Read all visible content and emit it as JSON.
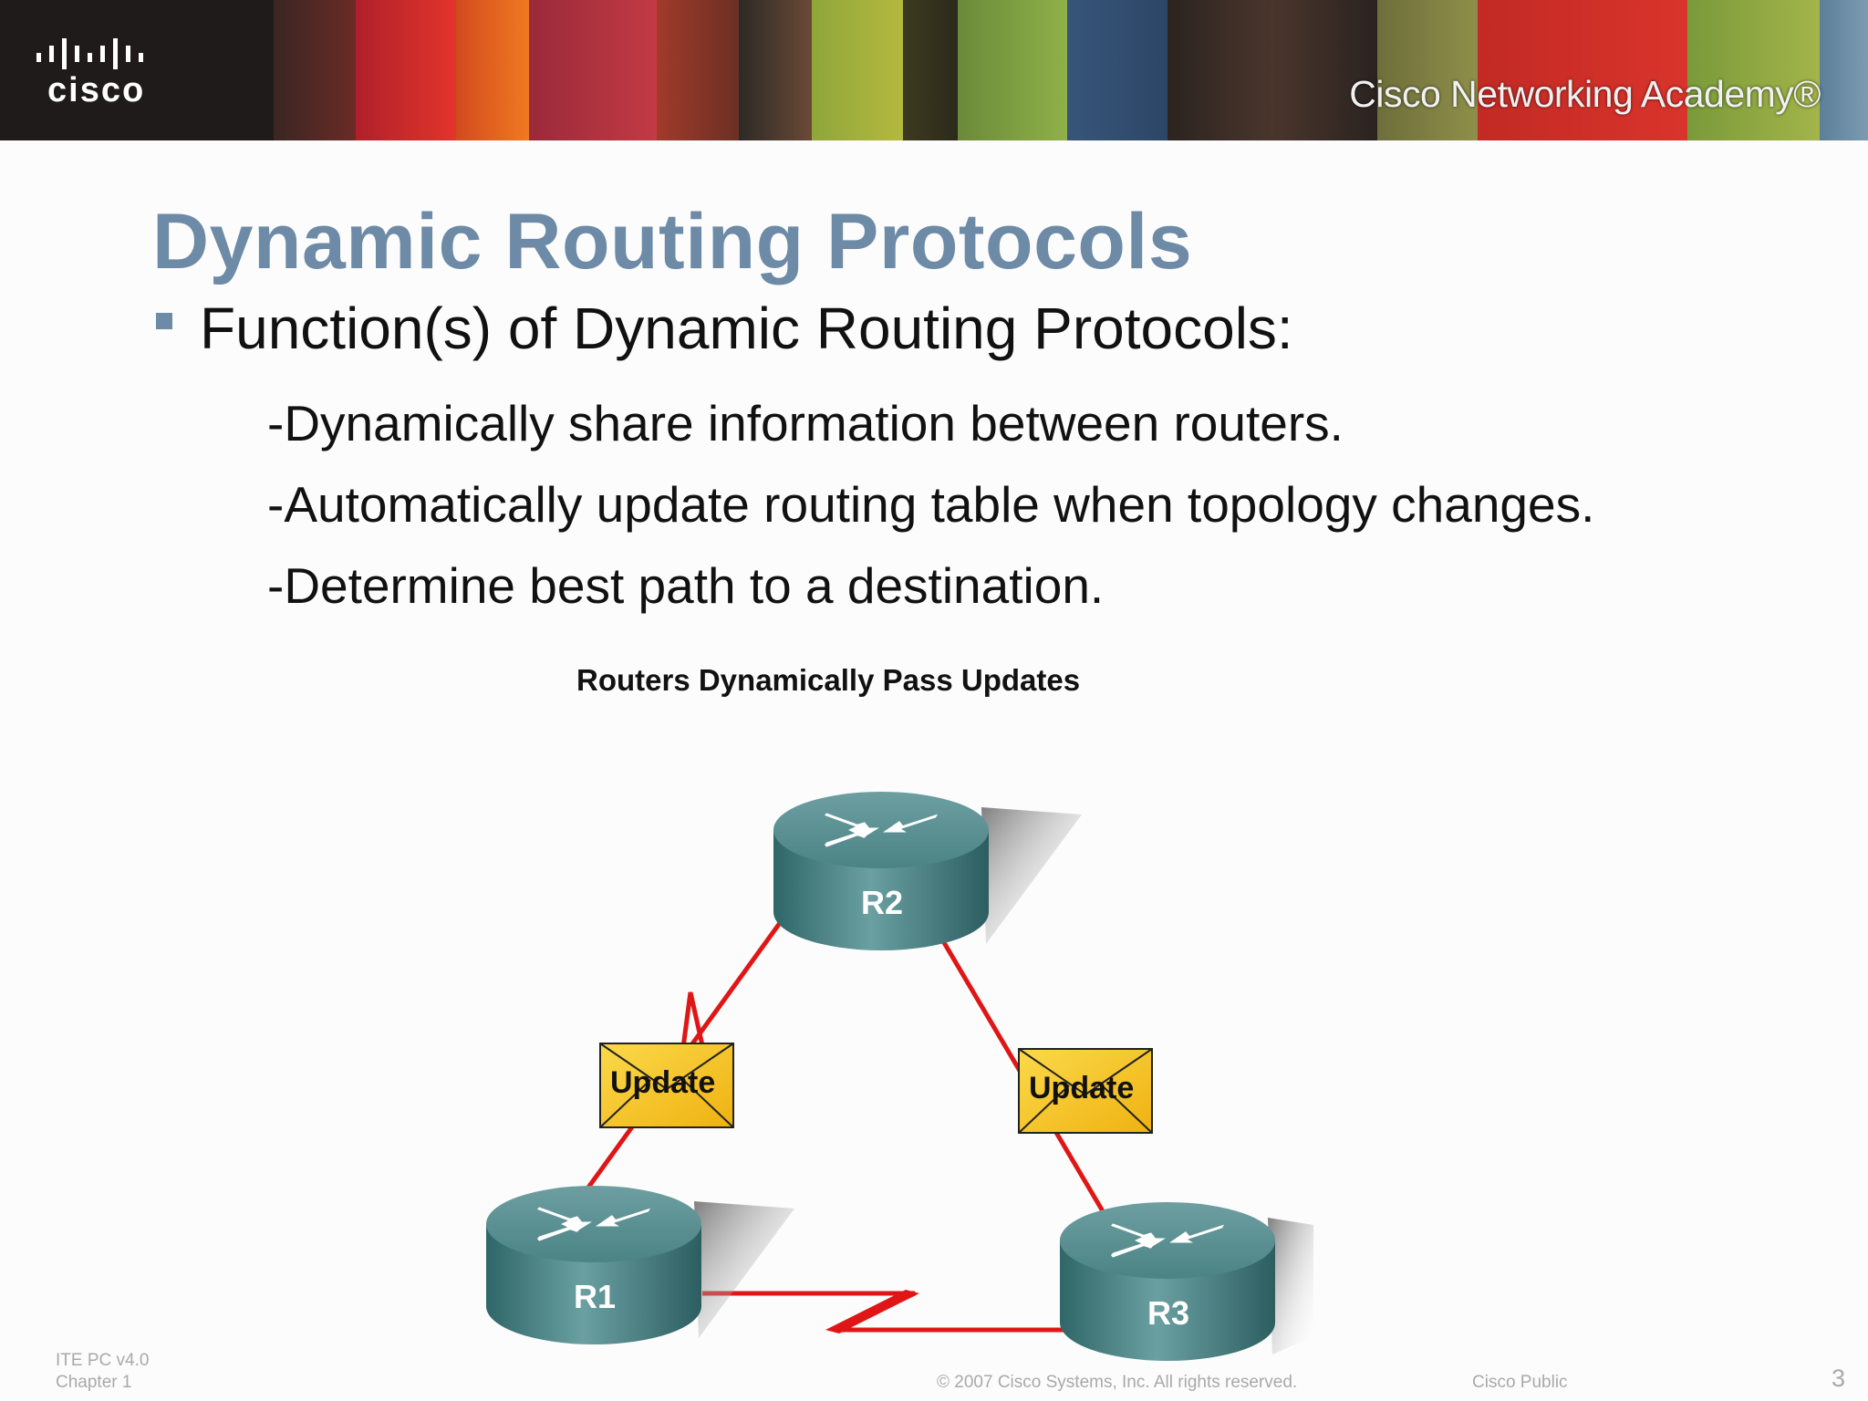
{
  "header": {
    "logo_text": "cisco",
    "academy_text": "Cisco Networking Academy®"
  },
  "slide": {
    "title": "Dynamic Routing Protocols",
    "bullet": "Function(s) of Dynamic Routing Protocols:",
    "sub_items": [
      "-Dynamically share information between routers.",
      "-Automatically update routing table when topology changes.",
      "-Determine best path to a destination."
    ]
  },
  "diagram": {
    "title": "Routers Dynamically Pass Updates",
    "routers": [
      "R2",
      "R1",
      "R3"
    ],
    "updates": [
      "Update",
      "Update"
    ],
    "colors": {
      "link": "#e01616",
      "router_body": "#3f7a7c",
      "router_top": "#5f9597",
      "envelope": "#f5c21b"
    }
  },
  "footer": {
    "course": "ITE PC v4.0",
    "chapter": "Chapter 1",
    "copyright": "© 2007 Cisco Systems, Inc. All rights reserved.",
    "classification": "Cisco Public",
    "page_number": "3"
  }
}
